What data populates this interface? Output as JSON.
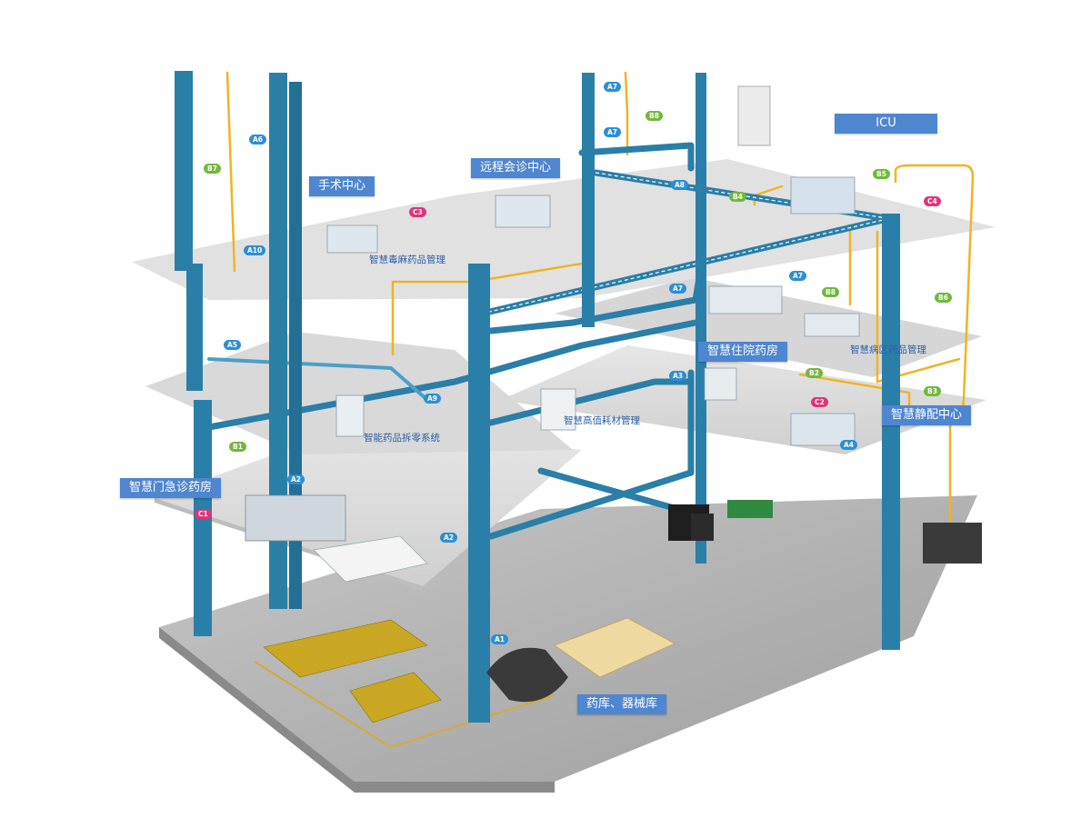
{
  "colors": {
    "pipe_blue": "#2a7fa8",
    "pipe_yellow": "#f0b323",
    "label_bg": "#4f86d0",
    "tag_a": "#2b8fd6",
    "tag_b": "#72b83a",
    "tag_c": "#e0337a",
    "floor": "#dcdcdc"
  },
  "labels": {
    "surgery_center": "手术中心",
    "telemedicine": "远程会诊中心",
    "icu": "ICU",
    "inpatient_pharmacy": "智慧住院药房",
    "iv_center": "智慧静配中心",
    "outpatient_pharmacy": "智慧门急诊药房",
    "warehouse": "药库、器械库"
  },
  "dept_labels": {
    "narcotics": "智慧毒麻药品管理",
    "ward_drugs": "智慧病区药品管理",
    "high_value": "智慧高值耗材管理",
    "unpacking": "智能药品拆零系统"
  },
  "tags": {
    "a1": "A1",
    "a2_upper": "A2",
    "a2_lower": "A2",
    "a3": "A3",
    "a4": "A4",
    "a5": "A5",
    "a6": "A6",
    "a7_top": "A7",
    "a7_mid": "A7",
    "a7_ward": "A7",
    "a7_ward2": "A7",
    "a8": "A8",
    "a9": "A9",
    "a10": "A10",
    "b1": "B1",
    "b2": "B2",
    "b3": "B3",
    "b4": "B4",
    "b5": "B5",
    "b6": "B6",
    "b7": "B7",
    "b8_top": "B8",
    "b8_ward": "B8",
    "c1": "C1",
    "c2": "C2",
    "c3": "C3",
    "c4": "C4"
  }
}
